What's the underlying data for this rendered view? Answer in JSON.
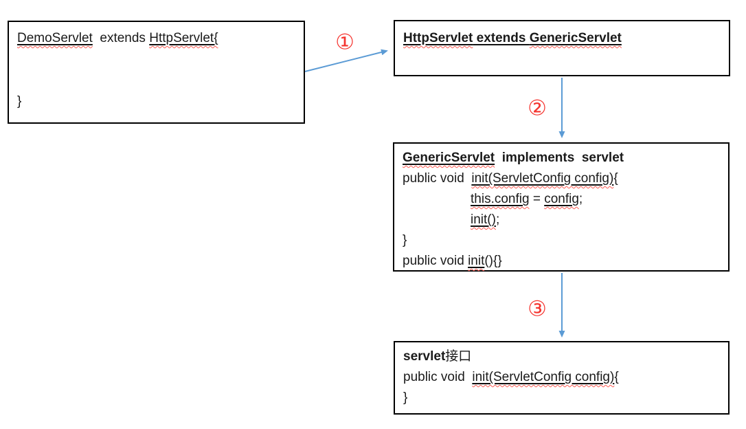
{
  "colors": {
    "arrow": "#5b9bd5",
    "step_number": "#f5342f",
    "box_border": "#000000",
    "spellcheck_squiggle": "#ff5a52"
  },
  "steps": {
    "one": "①",
    "two": "②",
    "three": "③"
  },
  "boxes": {
    "demo_servlet": {
      "title_class": "DemoServlet",
      "title_mid": "  extends ",
      "title_super": "HttpServlet{",
      "closing_brace": "}"
    },
    "http_servlet": {
      "title_class": "HttpServlet",
      "title_mid": " extends ",
      "title_super": "GenericServlet"
    },
    "generic_servlet": {
      "title_class": "GenericServlet",
      "title_rest": "  implements  servlet",
      "sig_pre": "public void  ",
      "sig_link": "init(ServletConfig config)",
      "sig_post": "{",
      "body1_left": "this.config",
      "body1_op": " = ",
      "body1_right": "config",
      "body1_end": ";",
      "body2_link": "init()",
      "body2_end": ";",
      "closing_brace": "}",
      "init2_pre": "public void ",
      "init2_link": "init",
      "init2_post": "(){}"
    },
    "servlet_interface": {
      "title_bold": "servlet",
      "title_cjk": "接口",
      "sig_pre": "public void  ",
      "sig_link": "init(ServletConfig config)",
      "sig_post": "{",
      "closing_brace": "}"
    }
  }
}
